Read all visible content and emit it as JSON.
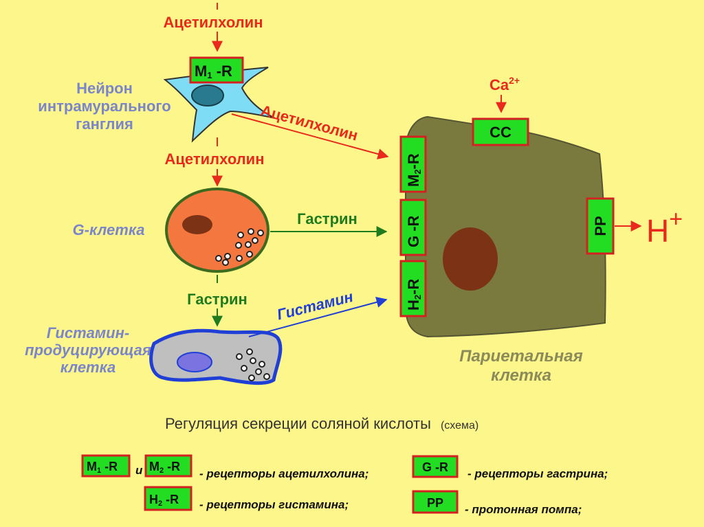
{
  "labels": {
    "acetylcholine_top": "Ацетилхолин",
    "acetylcholine_diag": "Ацетилхолин",
    "acetylcholine_mid": "Ацетилхолин",
    "neuron_line1": "Нейрон",
    "neuron_line2": "интрамурального",
    "neuron_line3": "ганглия",
    "g_cell": "G-клетка",
    "gastrin_right": "Гастрин",
    "gastrin_down": "Гастрин",
    "histamine": "Гистамин",
    "hist_cell_line1": "Гистамин-",
    "hist_cell_line2": "продуцирующая",
    "hist_cell_line3": "клетка",
    "parietal_line1": "Париетальная",
    "parietal_line2": "клетка",
    "ca": "Ca",
    "ca_sup": "2+",
    "h": "H",
    "h_sup": "+"
  },
  "receptors": {
    "m1": {
      "main": "M",
      "sub": "1",
      "rest": " -R"
    },
    "m2": {
      "main": "M",
      "sub": "2",
      "rest": "-R"
    },
    "g": "G -R",
    "h2": {
      "main": "H",
      "sub": "2",
      "rest": "-R"
    },
    "cc": "CC",
    "pp": "PP"
  },
  "caption": {
    "main": "Регуляция  секреции  соляной  кислоты",
    "note": "(схема)"
  },
  "legend": {
    "m1": {
      "main": "M",
      "sub": "1",
      "rest": " -R"
    },
    "and": "и",
    "m2": {
      "main": "M",
      "sub": "2",
      "rest": " -R"
    },
    "acetylcholine_receptors": "- рецепторы  ацетилхолина;",
    "g": "G -R",
    "gastrin_receptors": "- рецепторы  гастрина;",
    "h2": {
      "main": "H",
      "sub": "2",
      "rest": " -R"
    },
    "histamine_receptors": "- рецепторы  гистамина;",
    "pp": "PP",
    "proton_pump": "- протонная  помпа;"
  },
  "colors": {
    "background": "#fdf68a",
    "arrow_red": "#e8291c",
    "arrow_green": "#1e7b1e",
    "arrow_blue": "#1f3fd6",
    "receptor_fill": "#22dd22",
    "receptor_border": "#d42020",
    "parietal_fill": "#7b7a3e",
    "g_cell_fill": "#f3773f",
    "neuron_fill": "#7fdcf5",
    "hist_cell_fill": "#bfbfbf"
  }
}
